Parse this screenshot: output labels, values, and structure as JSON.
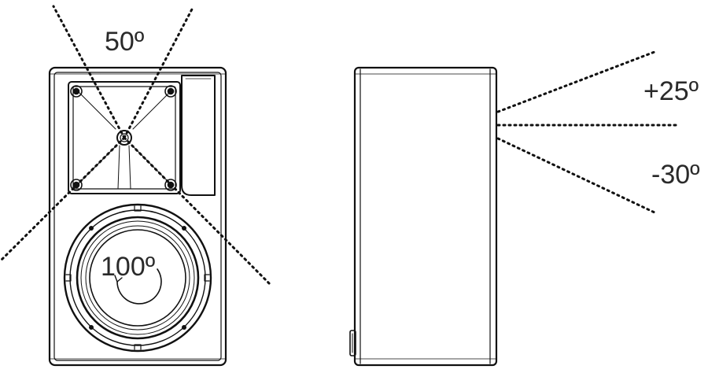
{
  "front_view": {
    "horizontal_angle_label": "50º",
    "woofer_angle_label": "100º"
  },
  "side_view": {
    "up_angle_label": "+25º",
    "down_angle_label": "-30º"
  },
  "colors": {
    "line": "#111111",
    "background": "#ffffff"
  }
}
